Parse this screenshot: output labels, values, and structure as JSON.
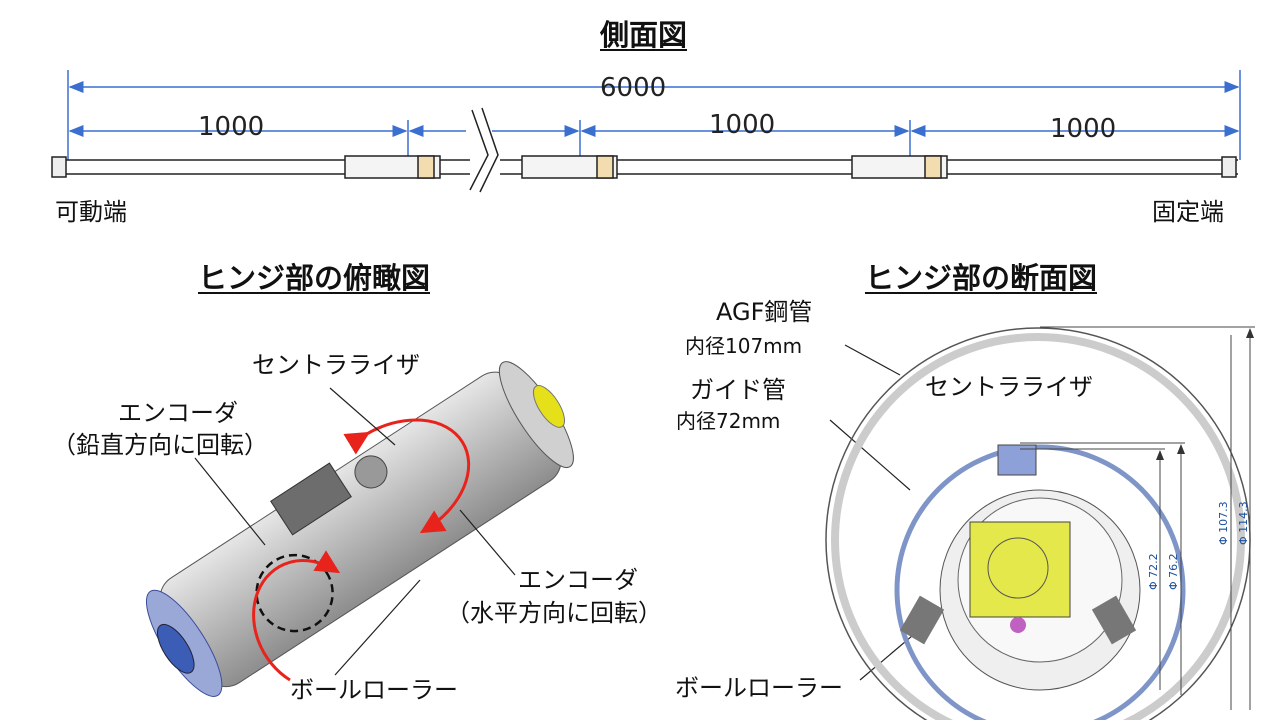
{
  "side_view": {
    "title": "側面図",
    "total_length": "6000",
    "segment_lengths": [
      "1000",
      "1000",
      "1000"
    ],
    "movable_end": "可動端",
    "fixed_end": "固定端",
    "dimension_color": "#3a6fd0"
  },
  "top_view": {
    "title": "ヒンジ部の俯瞰図",
    "centralizer": "セントラライザ",
    "encoder_vertical": [
      "エンコーダ",
      "（鉛直方向に回転）"
    ],
    "encoder_horizontal": [
      "エンコーダ",
      "（水平方向に回転）"
    ],
    "ball_roller": "ボールローラー",
    "arrow_color": "#e8231c"
  },
  "section_view": {
    "title": "ヒンジ部の断面図",
    "agf_pipe": [
      "AGF鋼管",
      "内径107mm"
    ],
    "guide_pipe": [
      "ガイド管",
      "内径72mm"
    ],
    "centralizer": "セントラライザ",
    "ball_roller": "ボールローラー",
    "dimensions": [
      "Φ 72.2",
      "Φ 76.2",
      "Φ 107.3",
      "Φ 114.3"
    ]
  }
}
